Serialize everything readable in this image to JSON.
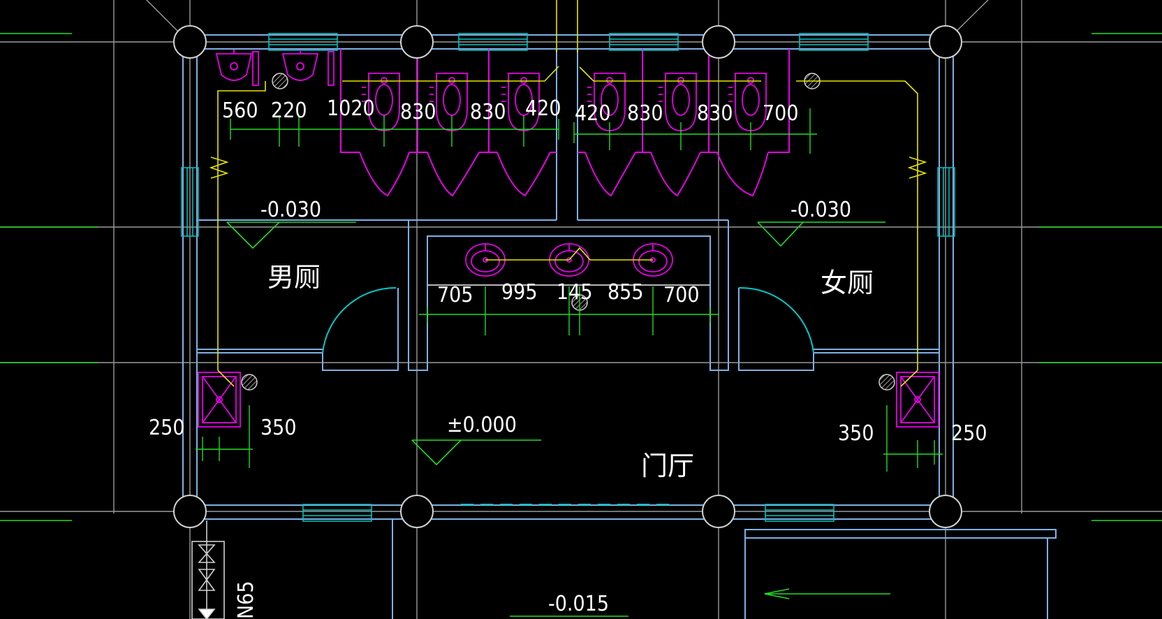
{
  "colors": {
    "background": "#000000",
    "wall": "#7fb0e6",
    "wall_inner": "#8ab8ff",
    "grid": "#9a9a9a",
    "dimension": "#22dd22",
    "fixture": "#e600e6",
    "pipe": "#e6e600",
    "hatch": "#d0d0d0",
    "text": "#ffffff",
    "door_arc": "#00c8c8",
    "window": "#00c8c8"
  },
  "rooms": {
    "mens": "男厕",
    "womens": "女厕",
    "lobby": "门厅"
  },
  "levels": {
    "mens": "-0.030",
    "womens": "-0.030",
    "lobby": "±0.000",
    "outside": "-0.015"
  },
  "pipe_label": "N65",
  "dimensions": {
    "top_left": [
      "560",
      "220",
      "1020",
      "830",
      "830",
      "420"
    ],
    "top_right": [
      "420",
      "830",
      "830",
      "700"
    ],
    "sinks": [
      "705",
      "995",
      "145",
      "855",
      "700"
    ],
    "left_drain": [
      "250",
      "350"
    ],
    "right_drain": [
      "350",
      "250"
    ]
  }
}
